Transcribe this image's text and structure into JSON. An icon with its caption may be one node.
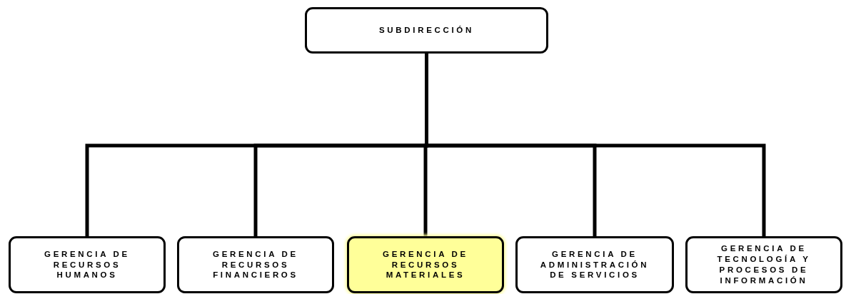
{
  "diagram": {
    "nodes": [
      {
        "text": [
          "SUBDIRECCIÓN"
        ]
      },
      {
        "text": [
          "GERENCIA DE RECURSOS HUMANOS"
        ]
      },
      {
        "text": [
          "GERENCIA DE RECURSOS FINANCIEROS"
        ]
      },
      {
        "text": [
          "GERENCIA DE RECURSOS MATERIALES"
        ]
      },
      {
        "text": [
          "GERENCIA DE ADMINISTRACIÓN DE SERVICIOS"
        ]
      },
      {
        "text": [
          "GERENCIA DE TECNOLOGÍA Y PROCESOS DE INFORMACIÓN"
        ]
      }
    ],
    "edges": [
      {
        "from": 0,
        "to": 1,
        "arrow": "none"
      },
      {
        "from": 0,
        "to": 2,
        "arrow": "none"
      },
      {
        "from": 0,
        "to": 3,
        "arrow": "none"
      },
      {
        "from": 0,
        "to": 4,
        "arrow": "none"
      },
      {
        "from": 0,
        "to": 5,
        "arrow": "none"
      }
    ]
  }
}
